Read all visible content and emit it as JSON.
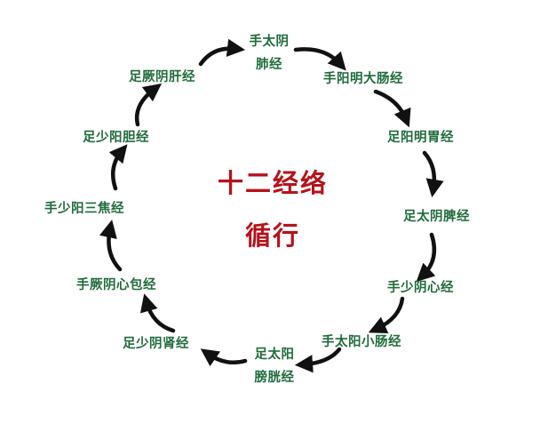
{
  "title": {
    "line1": "十二经络",
    "line2": "循行",
    "color": "#b5121b"
  },
  "meridian_color": "#1f6b3a",
  "arrow_color": "#111111",
  "meridians": [
    {
      "id": "lung",
      "line1": "手太阴",
      "line2": "肺经"
    },
    {
      "id": "large-intestine",
      "line1": "手阳明大肠经"
    },
    {
      "id": "stomach",
      "line1": "足阳明胃经"
    },
    {
      "id": "spleen",
      "line1": "足太阴脾经"
    },
    {
      "id": "heart",
      "line1": "手少阴心经"
    },
    {
      "id": "small-intestine",
      "line1": "手太阳小肠经"
    },
    {
      "id": "bladder",
      "line1": "足太阳",
      "line2": "膀胱经"
    },
    {
      "id": "kidney",
      "line1": "足少阴肾经"
    },
    {
      "id": "pericardium",
      "line1": "手厥阴心包经"
    },
    {
      "id": "triple-burner",
      "line1": "手少阳三焦经"
    },
    {
      "id": "gallbladder",
      "line1": "足少阳胆经"
    },
    {
      "id": "liver",
      "line1": "足厥阴肝经"
    }
  ],
  "flow": [
    "lung",
    "large-intestine",
    "stomach",
    "spleen",
    "heart",
    "small-intestine",
    "bladder",
    "kidney",
    "pericardium",
    "triple-burner",
    "gallbladder",
    "liver",
    "lung"
  ]
}
